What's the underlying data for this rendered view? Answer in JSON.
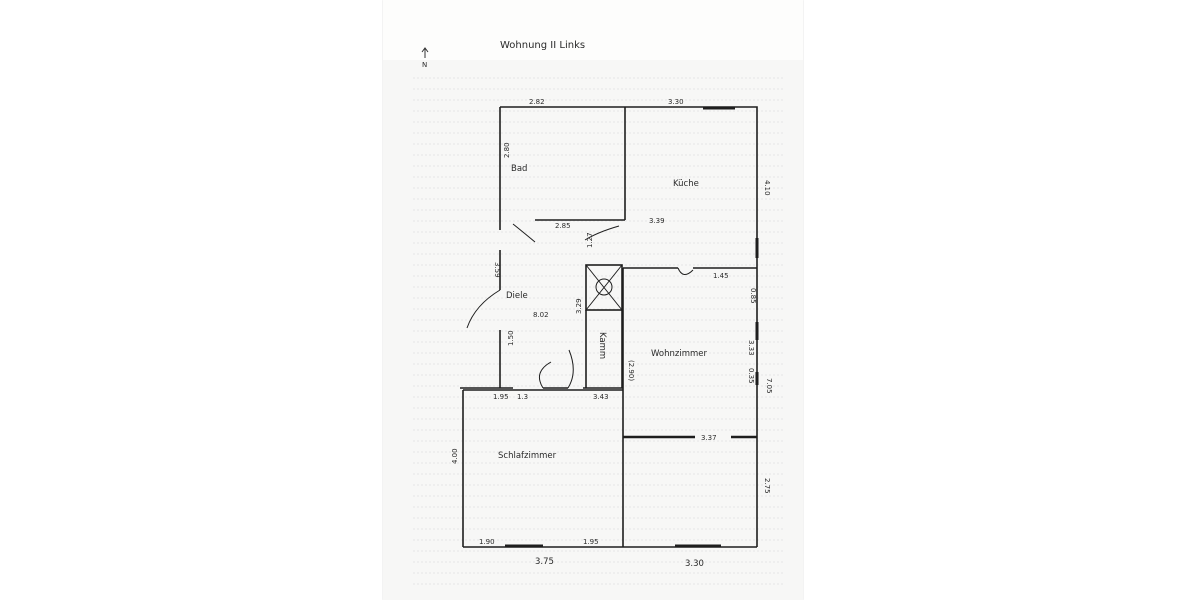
{
  "sheet": {
    "title": "Wohnung II Links",
    "north_label": "N"
  },
  "rooms": {
    "bad": "Bad",
    "kueche": "Küche",
    "diele": "Diele",
    "kammer": "Kamm",
    "wohnzimmer": "Wohnzimmer",
    "schlafzimmer": "Schlafzimmer"
  },
  "dimensions": {
    "top_left": "2.82",
    "top_right": "3.30",
    "bad_height": "2.80",
    "kueche_height": "4.10",
    "bad_width": "2.85",
    "kueche_width": "3.39",
    "shaft_top": "1.27",
    "diele_upper": "3.59",
    "wohn_wall": "1.45",
    "wohn_right_upper": "0.85",
    "diele_area": "8.02",
    "kammer_height": "3.29",
    "diele_lower": "1.50",
    "wohn_right_mid": "3.33",
    "wohn_right_total": "7.05",
    "wohn_right_lower": "0.35",
    "hall_left": "1.95",
    "hall_mid": "1.3",
    "hall_right": "3.43",
    "wohn_inner_vertical": "(2.90)",
    "wohn_inner_width": "3.37",
    "schlaf_height": "4.00",
    "wohn_lower_height": "2.75",
    "bottom_left_a": "1.90",
    "bottom_left_b": "1.95",
    "bottom_left_total": "3.75",
    "bottom_right": "3.30"
  }
}
